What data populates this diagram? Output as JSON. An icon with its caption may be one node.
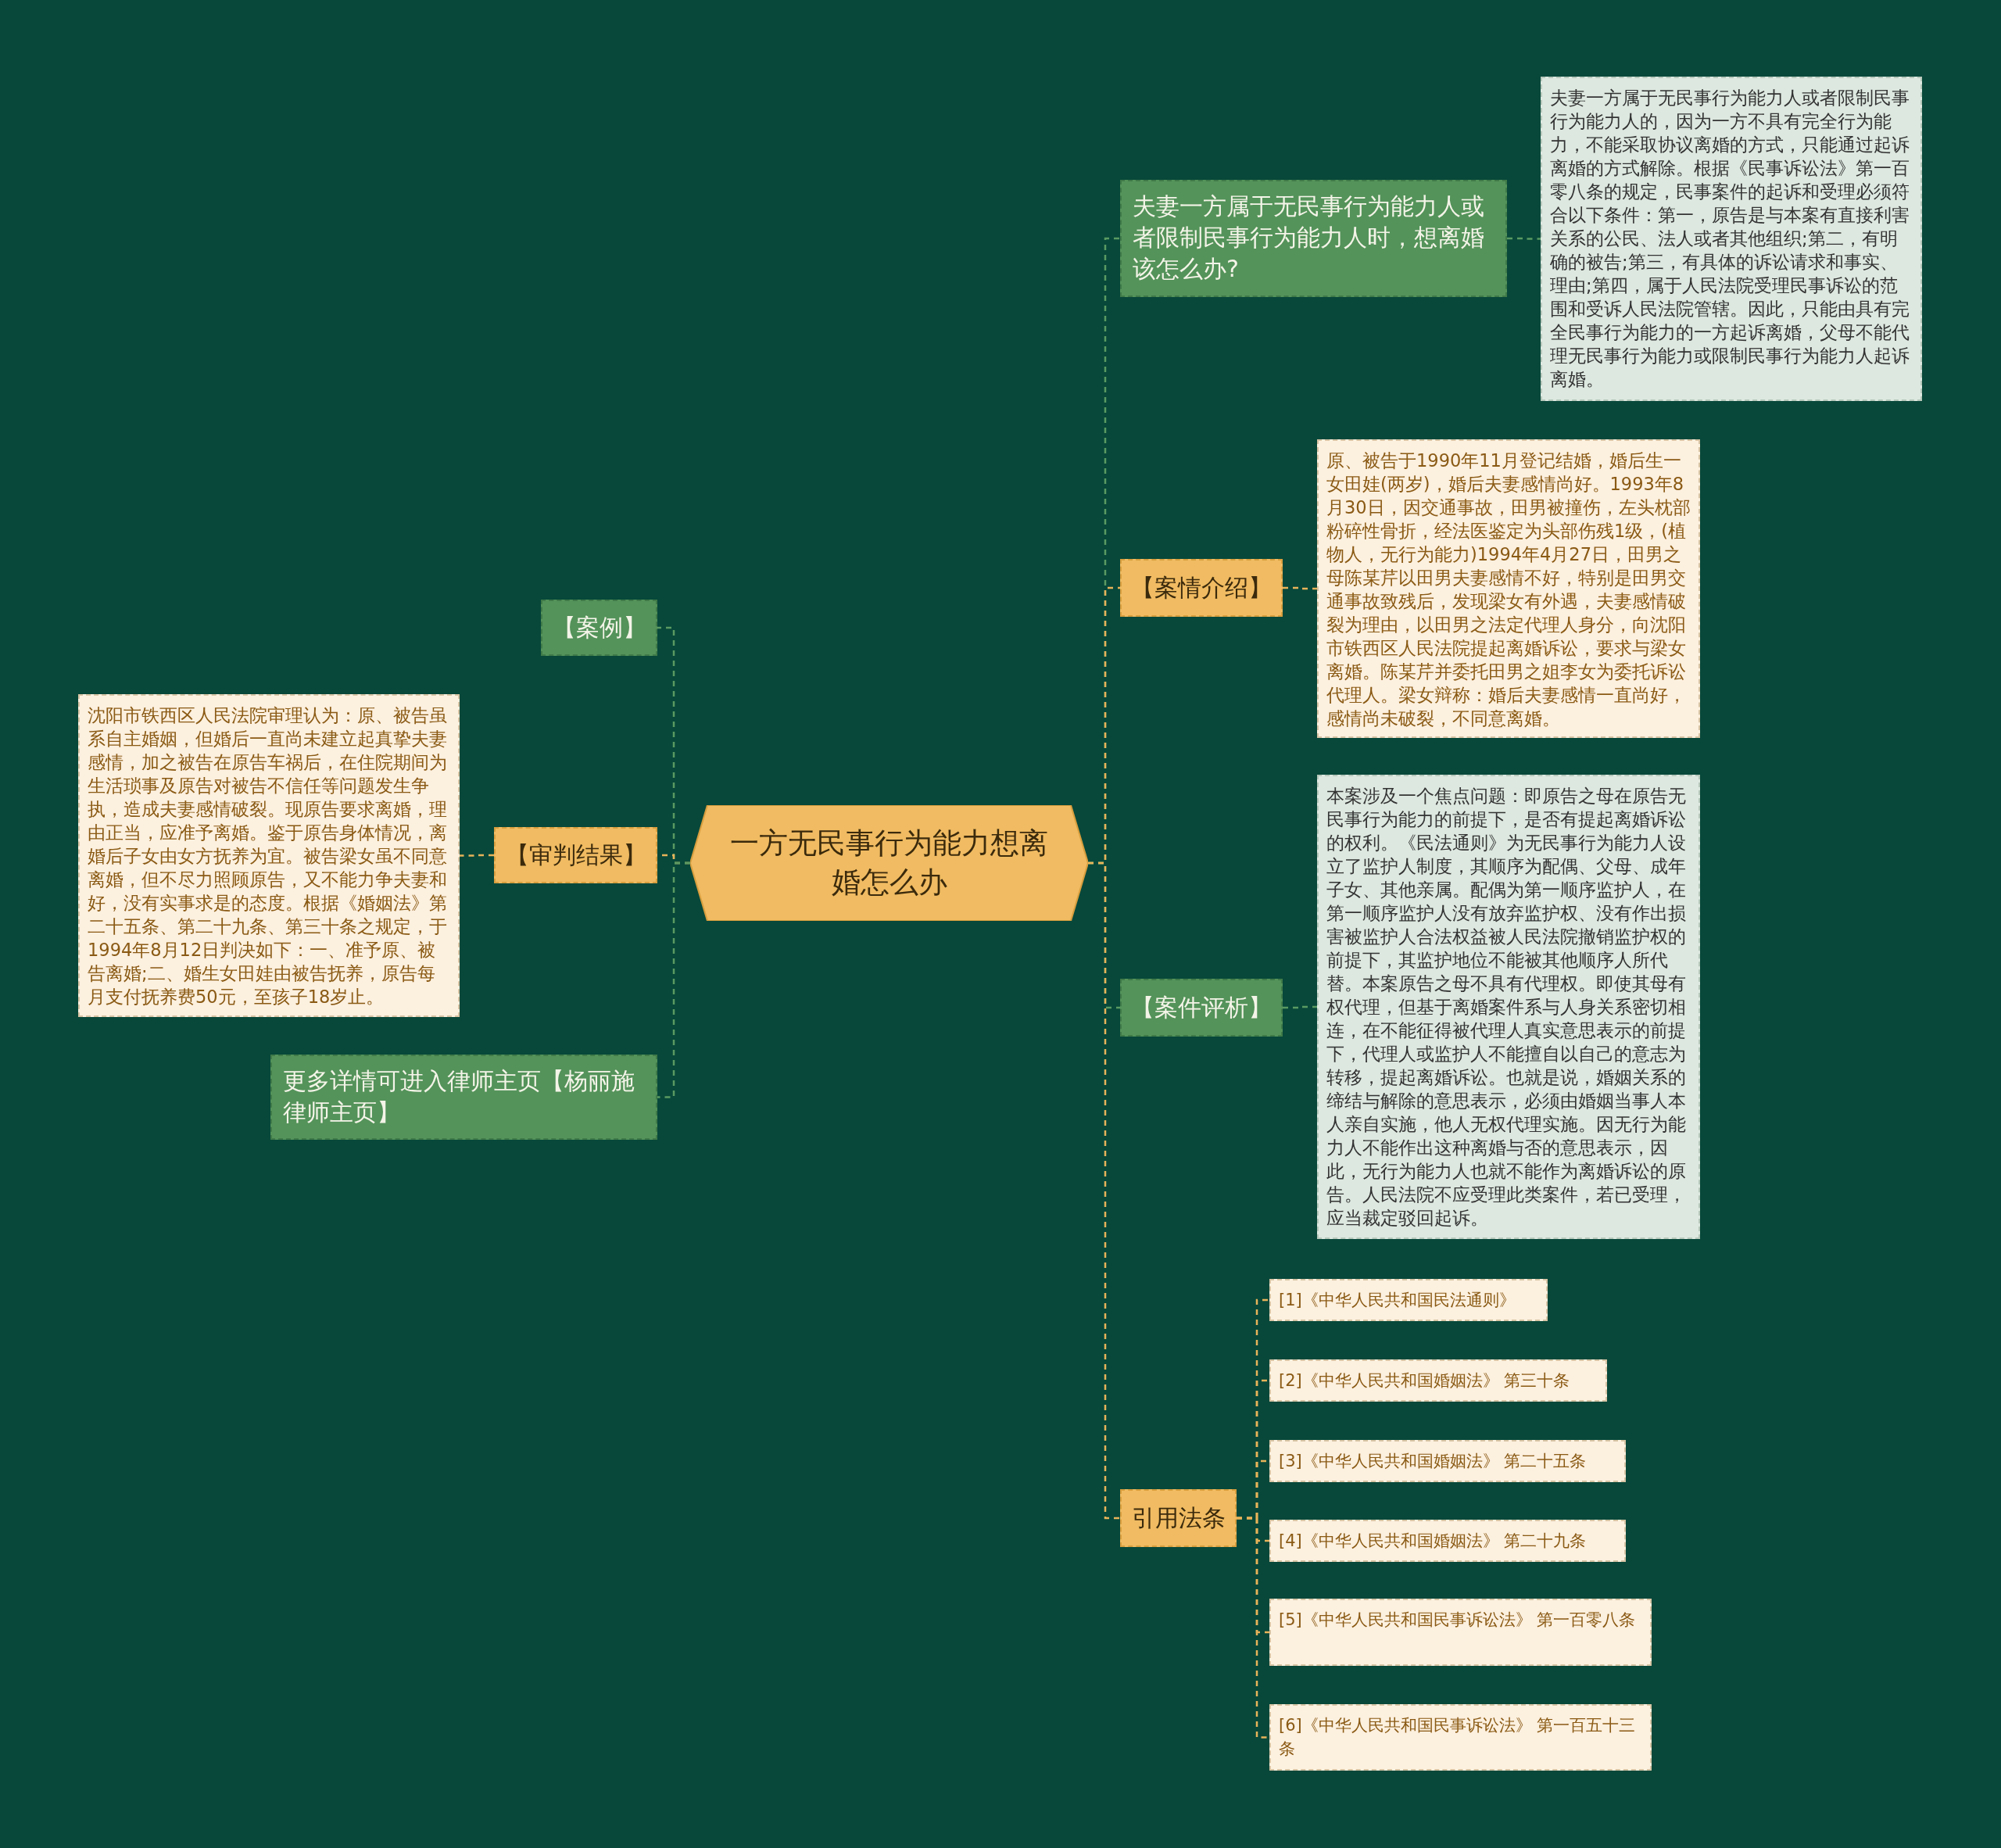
{
  "diagram": {
    "nodes": [
      {
        "text": [
          "一方无民事行为能力想离婚怎么办"
        ]
      },
      {
        "text": [
          "【案例】"
        ]
      },
      {
        "text": [
          "【审判结果】"
        ]
      },
      {
        "text": [
          "沈阳市铁西区人民法院审理认为：原、被告虽系自主婚姻，但婚后一直尚未建立起真挚夫妻感情，加之被告在原告车祸后，在住院期间为生活琐事及原告对被告不信任等问题发生争执，造成夫妻感情破裂。现原告要求离婚，理由正当，应准予离婚。鉴于原告身体情况，离婚后子女由女方抚养为宜。被告梁女虽不同意离婚，但不尽力照顾原告，又不能力争夫妻和好，没有实事求是的态度。根据《婚姻法》第二十五条、第二十九条、第三十条之规定，于1994年8月12日判决如下：一、准予原、被告离婚;二、婚生女田娃由被告抚养，原告每月支付抚养费50元，至孩子18岁止。"
        ]
      },
      {
        "text": [
          "更多详情可进入律师主页【杨丽施律师主页】"
        ]
      },
      {
        "text": [
          "夫妻一方属于无民事行为能力人或者限制民事行为能力人时，想离婚该怎么办?"
        ]
      },
      {
        "text": [
          "夫妻一方属于无民事行为能力人或者限制民事行为能力人的，因为一方不具有完全行为能力，不能采取协议离婚的方式，只能通过起诉离婚的方式解除。根据《民事诉讼法》第一百零八条的规定，民事案件的起诉和受理必须符合以下条件：第一，原告是与本案有直接利害关系的公民、法人或者其他组织;第二，有明确的被告;第三，有具体的诉讼请求和事实、理由;第四，属于人民法院受理民事诉讼的范围和受诉人民法院管辖。因此，只能由具有完全民事行为能力的一方起诉离婚，父母不能代理无民事行为能力或限制民事行为能力人起诉离婚。"
        ]
      },
      {
        "text": [
          "【案情介绍】"
        ]
      },
      {
        "text": [
          "原、被告于1990年11月登记结婚，婚后生一女田娃(两岁)，婚后夫妻感情尚好。1993年8月30日，因交通事故，田男被撞伤，左头枕部粉碎性骨折，经法医鉴定为头部伤残1级，(植物人，无行为能力)1994年4月27日，田男之母陈某芹以田男夫妻感情不好，特别是田男交通事故致残后，发现梁女有外遇，夫妻感情破裂为理由，以田男之法定代理人身分，向沈阳市铁西区人民法院提起离婚诉讼，要求与梁女离婚。陈某芹并委托田男之姐李女为委托诉讼代理人。梁女辩称：婚后夫妻感情一直尚好，感情尚未破裂，不同意离婚。"
        ]
      },
      {
        "text": [
          "【案件评析】"
        ]
      },
      {
        "text": [
          "本案涉及一个焦点问题：即原告之母在原告无民事行为能力的前提下，是否有提起离婚诉讼的权利。《民法通则》为无民事行为能力人设立了监护人制度，其顺序为配偶、父母、成年子女、其他亲属。配偶为第一顺序监护人，在第一顺序监护人没有放弃监护权、没有作出损害被监护人合法权益被人民法院撤销监护权的前提下，其监护地位不能被其他顺序人所代替。本案原告之母不具有代理权。即使其母有权代理，但基于离婚案件系与人身关系密切相连，在不能征得被代理人真实意思表示的前提下，代理人或监护人不能擅自以自己的意志为转移，提起离婚诉讼。也就是说，婚姻关系的缔结与解除的意思表示，必须由婚姻当事人本人亲自实施，他人无权代理实施。因无行为能力人不能作出这种离婚与否的意思表示，因此，无行为能力人也就不能作为离婚诉讼的原告。人民法院不应受理此类案件，若已受理，应当裁定驳回起诉。"
        ]
      },
      {
        "text": [
          "引用法条"
        ]
      },
      {
        "text": [
          "[1]《中华人民共和国民法通则》"
        ]
      },
      {
        "text": [
          "[2]《中华人民共和国婚姻法》 第三十条"
        ]
      },
      {
        "text": [
          "[3]《中华人民共和国婚姻法》 第二十五条"
        ]
      },
      {
        "text": [
          "[4]《中华人民共和国婚姻法》 第二十九条"
        ]
      },
      {
        "text": [
          "[5]《中华人民共和国民事诉讼法》 第一百零八条"
        ]
      },
      {
        "text": [
          "[6]《中华人民共和国民事诉讼法》 第一百五十三条"
        ]
      }
    ],
    "edges": [
      {
        "from": 0,
        "to": 1,
        "arrow": "none",
        "style": "dashed",
        "color": "#5a9a62"
      },
      {
        "from": 0,
        "to": 2,
        "arrow": "none",
        "style": "dashed",
        "color": "#e8b35a"
      },
      {
        "from": 2,
        "to": 3,
        "arrow": "none",
        "style": "dashed",
        "color": "#e8b35a"
      },
      {
        "from": 0,
        "to": 4,
        "arrow": "none",
        "style": "dashed",
        "color": "#5a9a62"
      },
      {
        "from": 0,
        "to": 5,
        "arrow": "none",
        "style": "dashed",
        "color": "#5a9a62"
      },
      {
        "from": 5,
        "to": 6,
        "arrow": "none",
        "style": "dashed",
        "color": "#5a9a62"
      },
      {
        "from": 0,
        "to": 7,
        "arrow": "none",
        "style": "dashed",
        "color": "#e8b35a"
      },
      {
        "from": 7,
        "to": 8,
        "arrow": "none",
        "style": "dashed",
        "color": "#e8b35a"
      },
      {
        "from": 0,
        "to": 9,
        "arrow": "none",
        "style": "dashed",
        "color": "#5a9a62"
      },
      {
        "from": 9,
        "to": 10,
        "arrow": "none",
        "style": "dashed",
        "color": "#5a9a62"
      },
      {
        "from": 0,
        "to": 11,
        "arrow": "none",
        "style": "dashed",
        "color": "#e8b35a"
      },
      {
        "from": 11,
        "to": 12,
        "arrow": "none",
        "style": "dashed",
        "color": "#e8b35a"
      },
      {
        "from": 11,
        "to": 13,
        "arrow": "none",
        "style": "dashed",
        "color": "#e8b35a"
      },
      {
        "from": 11,
        "to": 14,
        "arrow": "none",
        "style": "dashed",
        "color": "#e8b35a"
      },
      {
        "from": 11,
        "to": 15,
        "arrow": "none",
        "style": "dashed",
        "color": "#e8b35a"
      },
      {
        "from": 11,
        "to": 16,
        "arrow": "none",
        "style": "dashed",
        "color": "#e8b35a"
      },
      {
        "from": 11,
        "to": 17,
        "arrow": "none",
        "style": "dashed",
        "color": "#e8b35a"
      }
    ]
  }
}
